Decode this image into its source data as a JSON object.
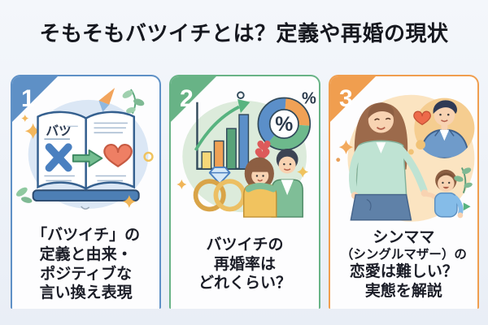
{
  "title": "そもそもバツイチとは？定義や再婚の現状",
  "palette": {
    "background": "#edf1f8",
    "title_text": "#16181f",
    "card_background": "#fdfdfe",
    "caption_text": "#1b1d27",
    "heart_red": "#ee7f64",
    "gold_rings": "#e3ab4e"
  },
  "cards": [
    {
      "number": "1",
      "accent": "#5e90c6",
      "illustration": "dictionary-book-batsu-x-arrow-heart",
      "book_word": "バツ",
      "lines": [
        "「バツイチ」の",
        "定義と由来・",
        "ポジティブな",
        "言い換え表現"
      ]
    },
    {
      "number": "2",
      "accent": "#68b386",
      "illustration": "rising-bar-chart-donut-percent-rings-couple",
      "donut_center_label": "%",
      "donut_outer_label": "%",
      "lines": [
        "バツイチの",
        "再婚率は",
        "どれくらい？"
      ]
    },
    {
      "number": "3",
      "accent": "#f09e4f",
      "illustration": "single-mother-child-thought-bubble-man",
      "lines": [
        "シンママ",
        "（シングルマザー）の",
        "恋愛は難しい？",
        "実態を解説"
      ]
    }
  ]
}
